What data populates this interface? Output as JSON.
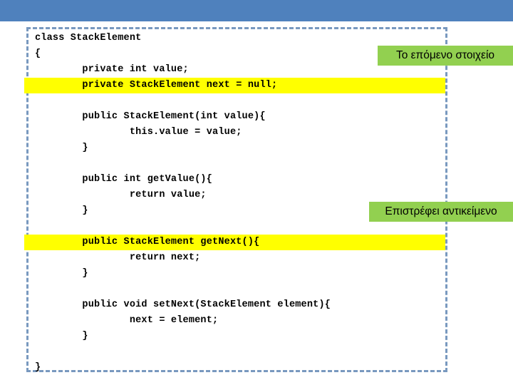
{
  "slide": {
    "banner_color": "#4F81BD",
    "frame_border_color": "#7999BF",
    "highlight_color": "#FFFF00",
    "callout_color": "#92D050"
  },
  "code": {
    "language": "java",
    "lines": [
      {
        "text": "class StackElement",
        "highlight": false
      },
      {
        "text": "{",
        "highlight": false
      },
      {
        "text": "        private int value;",
        "highlight": false
      },
      {
        "text": "        private StackElement next = null;",
        "highlight": true
      },
      {
        "text": "",
        "highlight": false
      },
      {
        "text": "        public StackElement(int value){",
        "highlight": false
      },
      {
        "text": "                this.value = value;",
        "highlight": false
      },
      {
        "text": "        }",
        "highlight": false
      },
      {
        "text": "",
        "highlight": false
      },
      {
        "text": "        public int getValue(){",
        "highlight": false
      },
      {
        "text": "                return value;",
        "highlight": false
      },
      {
        "text": "        }",
        "highlight": false
      },
      {
        "text": "",
        "highlight": false
      },
      {
        "text": "        public StackElement getNext(){",
        "highlight": true
      },
      {
        "text": "                return next;",
        "highlight": false
      },
      {
        "text": "        }",
        "highlight": false
      },
      {
        "text": "",
        "highlight": false
      },
      {
        "text": "        public void setNext(StackElement element){",
        "highlight": false
      },
      {
        "text": "                next = element;",
        "highlight": false
      },
      {
        "text": "        }",
        "highlight": false
      },
      {
        "text": "",
        "highlight": false
      },
      {
        "text": "}",
        "highlight": false
      }
    ]
  },
  "callouts": {
    "next_field": "Το επόμενο στοιχείο",
    "get_next_returns": "Επιστρέφει αντικείμενο"
  }
}
